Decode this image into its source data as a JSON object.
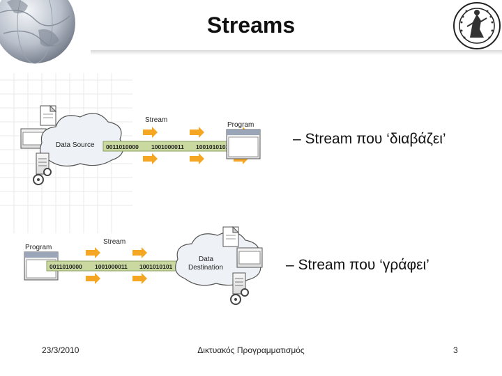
{
  "slide": {
    "title": "Streams",
    "bullets": [
      "– Stream που ‘διαβάζει’",
      "– Stream που ‘γράφει’"
    ]
  },
  "read_diagram": {
    "source_label": "Data Source",
    "stream_label": "Stream",
    "program_label": "Program",
    "bits": [
      "0011010000",
      "1001000011",
      "1001010101"
    ]
  },
  "write_diagram": {
    "program_label": "Program",
    "stream_label": "Stream",
    "destination_label_1": "Data",
    "destination_label_2": "Destination",
    "bits": [
      "0011010000",
      "1001000011",
      "1001010101"
    ]
  },
  "footer": {
    "date": "23/3/2010",
    "course": "Δικτυακός Προγραμματισμός",
    "page": "3"
  },
  "colors": {
    "arrow": "#f5a623",
    "bit_band": "#c9d9a0",
    "cloud": "#eef1f6"
  }
}
